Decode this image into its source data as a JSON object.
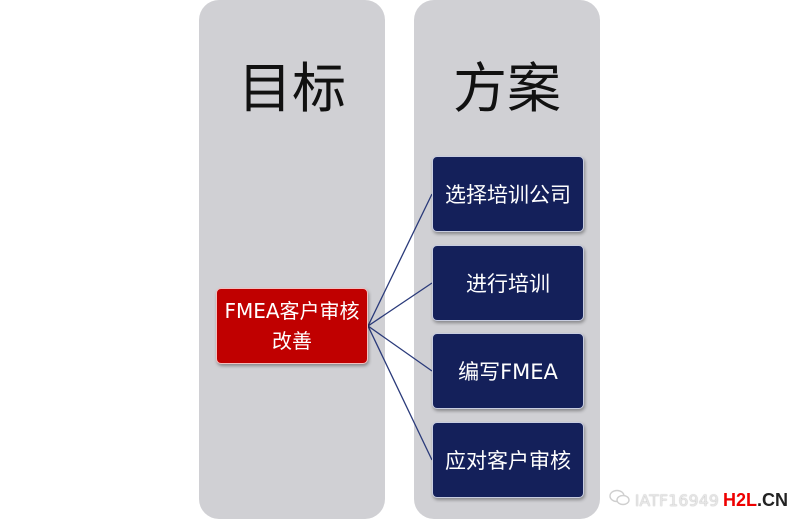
{
  "columns": {
    "goal_title": "目标",
    "plan_title": "方案"
  },
  "goal": {
    "label": "FMEA客户审核改善"
  },
  "plans": [
    {
      "label": "选择培训公司"
    },
    {
      "label": "进行培训"
    },
    {
      "label": "编写FMEA"
    },
    {
      "label": "应对客户审核"
    }
  ],
  "watermark": {
    "icon": "wechat-icon",
    "text": "IATF16949",
    "brand_main": "H2L",
    "brand_suffix": ".CN"
  },
  "colors": {
    "column_bg": "#d0d0d4",
    "goal_fill": "#c00000",
    "plan_fill": "#14205a",
    "connector": "#2a3a7a"
  }
}
